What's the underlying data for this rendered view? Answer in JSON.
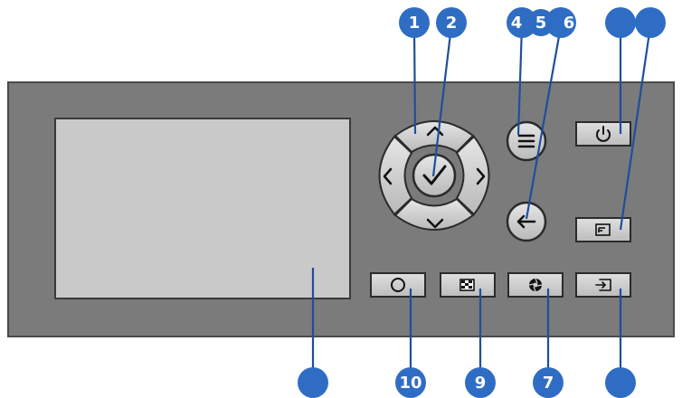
{
  "colors": {
    "panel": "#7b7b7b",
    "panel_border": "#4a4a4a",
    "screen": "#c9c9c9",
    "button_face": "#cfcfcf",
    "callout": "#2f6dc4",
    "callout_line": "#1f4f99"
  },
  "callouts": {
    "c1": "1",
    "c2": "2",
    "c4": "4",
    "c5": "5",
    "c6": "6",
    "c7": "7",
    "c9": "9",
    "c10": "10"
  },
  "icons": {
    "nav_up": "chevron-up-icon",
    "nav_down": "chevron-down-icon",
    "nav_left": "chevron-left-icon",
    "nav_right": "chevron-right-icon",
    "ok": "checkmark-icon",
    "menu": "menu-icon",
    "back": "back-arrow-icon",
    "power": "power-icon",
    "osd": "osd-icon",
    "circle": "circle-icon",
    "pattern": "test-pattern-icon",
    "shutter": "shutter-icon",
    "input": "input-icon"
  }
}
